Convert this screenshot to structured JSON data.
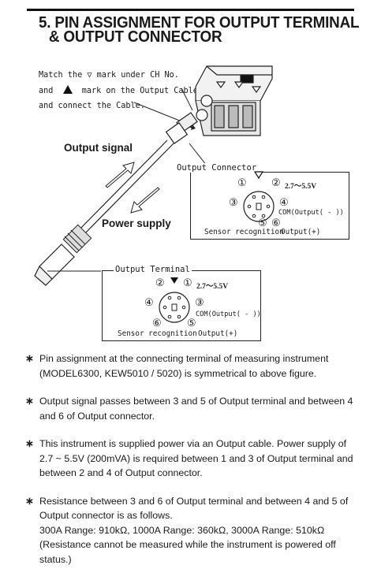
{
  "section": {
    "title_line1": "5. PIN ASSIGNMENT FOR OUTPUT TERMINAL",
    "title_line2": "& OUTPUT CONNECTOR"
  },
  "instruction": {
    "line1": "Match the ▽ mark under CH No.",
    "line2_pre": "and",
    "line2_post": "mark on the Output Cable",
    "line3": "and connect the Cable."
  },
  "diagram": {
    "output_signal": "Output signal",
    "power_supply": "Power supply",
    "connector": {
      "title": "Output Connector",
      "pin1": "①",
      "pin2": "②",
      "pin3": "③",
      "pin4": "④",
      "pin5": "⑤",
      "pin6": "⑥",
      "voltage": "2.7～5.5V",
      "com": "COM",
      "output_minus": "(Output( - ))",
      "sensor": "Sensor recognition",
      "output_plus": "Output(+)"
    },
    "terminal": {
      "title": "Output Terminal",
      "pin1": "①",
      "pin2": "②",
      "pin3": "③",
      "pin4": "④",
      "pin5": "⑤",
      "pin6": "⑥",
      "voltage": "2.7～5.5V",
      "com": "COM",
      "output_minus": "(Output( - ))",
      "sensor": "Sensor recognition",
      "output_plus": "Output(+)"
    }
  },
  "notes": [
    {
      "asterisk": "∗",
      "lines": [
        "Pin assignment at the connecting terminal of measuring instrument",
        "(MODEL6300, KEW5010 / 5020) is symmetrical to above figure."
      ]
    },
    {
      "asterisk": "∗",
      "lines": [
        "Output signal passes between 3 and 5 of Output terminal and between 4",
        "and 6 of Output connector."
      ]
    },
    {
      "asterisk": "∗",
      "lines": [
        "This instrument is supplied power via an Output cable. Power supply of",
        "2.7 ~ 5.5V (200mVA) is required between 1 and 3 of Output terminal and",
        "between 2 and 4 of Output connector."
      ]
    },
    {
      "asterisk": "∗",
      "lines": [
        "Resistance between 3 and 6 of Output terminal and between 4 and 5 of",
        "Output connector is as follows.",
        "300A Range: 910kΩ,  1000A Range: 360kΩ,  3000A Range: 510kΩ",
        "(Resistance cannot be measured while the instrument is powered off",
        " status.)"
      ]
    }
  ]
}
